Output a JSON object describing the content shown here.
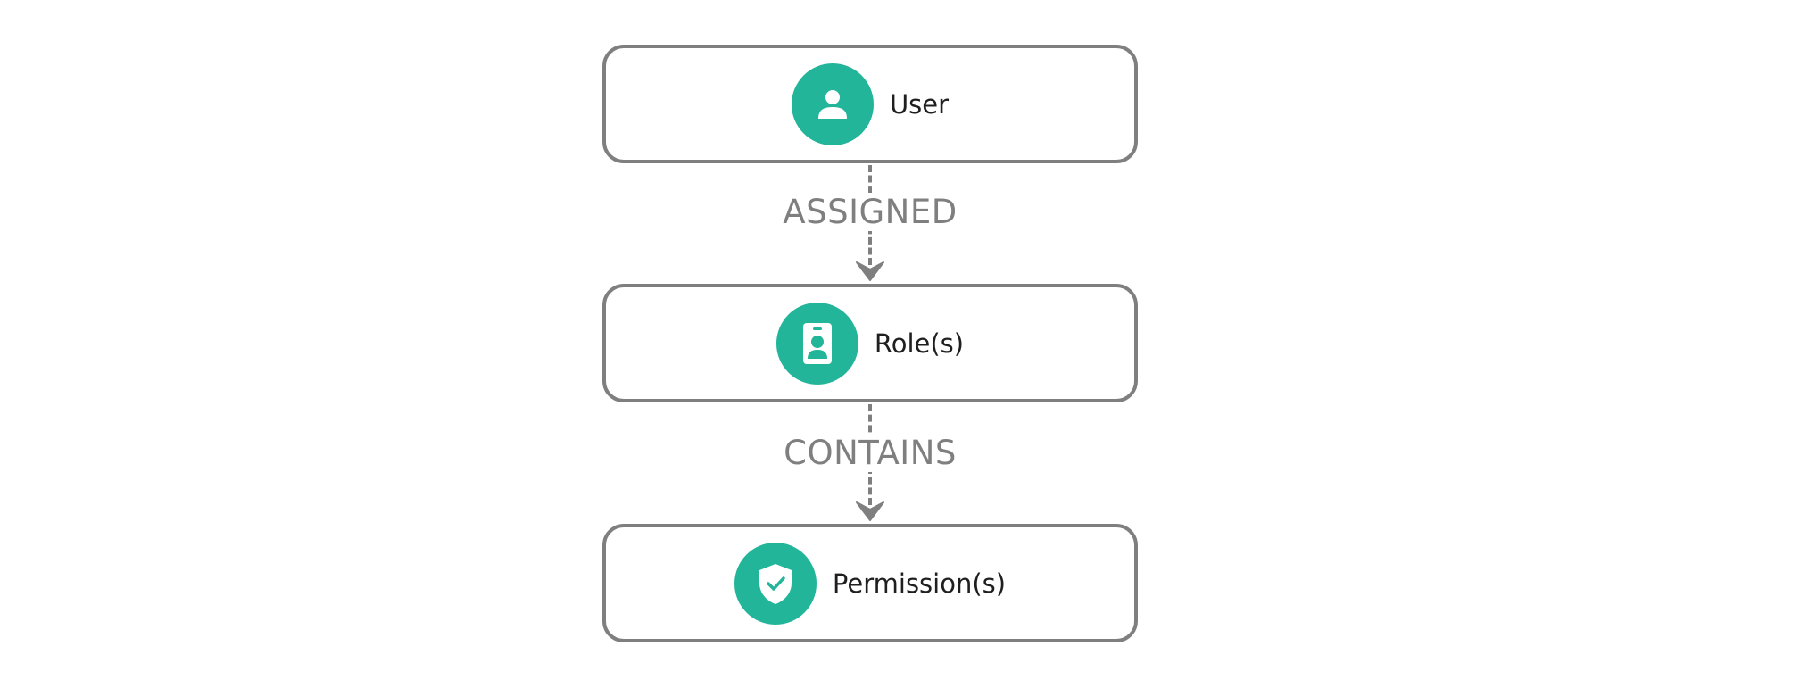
{
  "colors": {
    "accent": "#22b59a",
    "border": "#7f7f7f",
    "edge_label": "#7f7f7f",
    "node_text": "#1f1f1f"
  },
  "nodes": [
    {
      "label": "User",
      "icon": "person-icon"
    },
    {
      "label": "Role(s)",
      "icon": "badge-icon"
    },
    {
      "label": "Permission(s)",
      "icon": "shield-check-icon"
    }
  ],
  "edges": [
    {
      "label": "ASSIGNED",
      "from": "User",
      "to": "Role(s)",
      "style": "dashed-arrow"
    },
    {
      "label": "CONTAINS",
      "from": "Role(s)",
      "to": "Permission(s)",
      "style": "dashed-arrow"
    }
  ]
}
